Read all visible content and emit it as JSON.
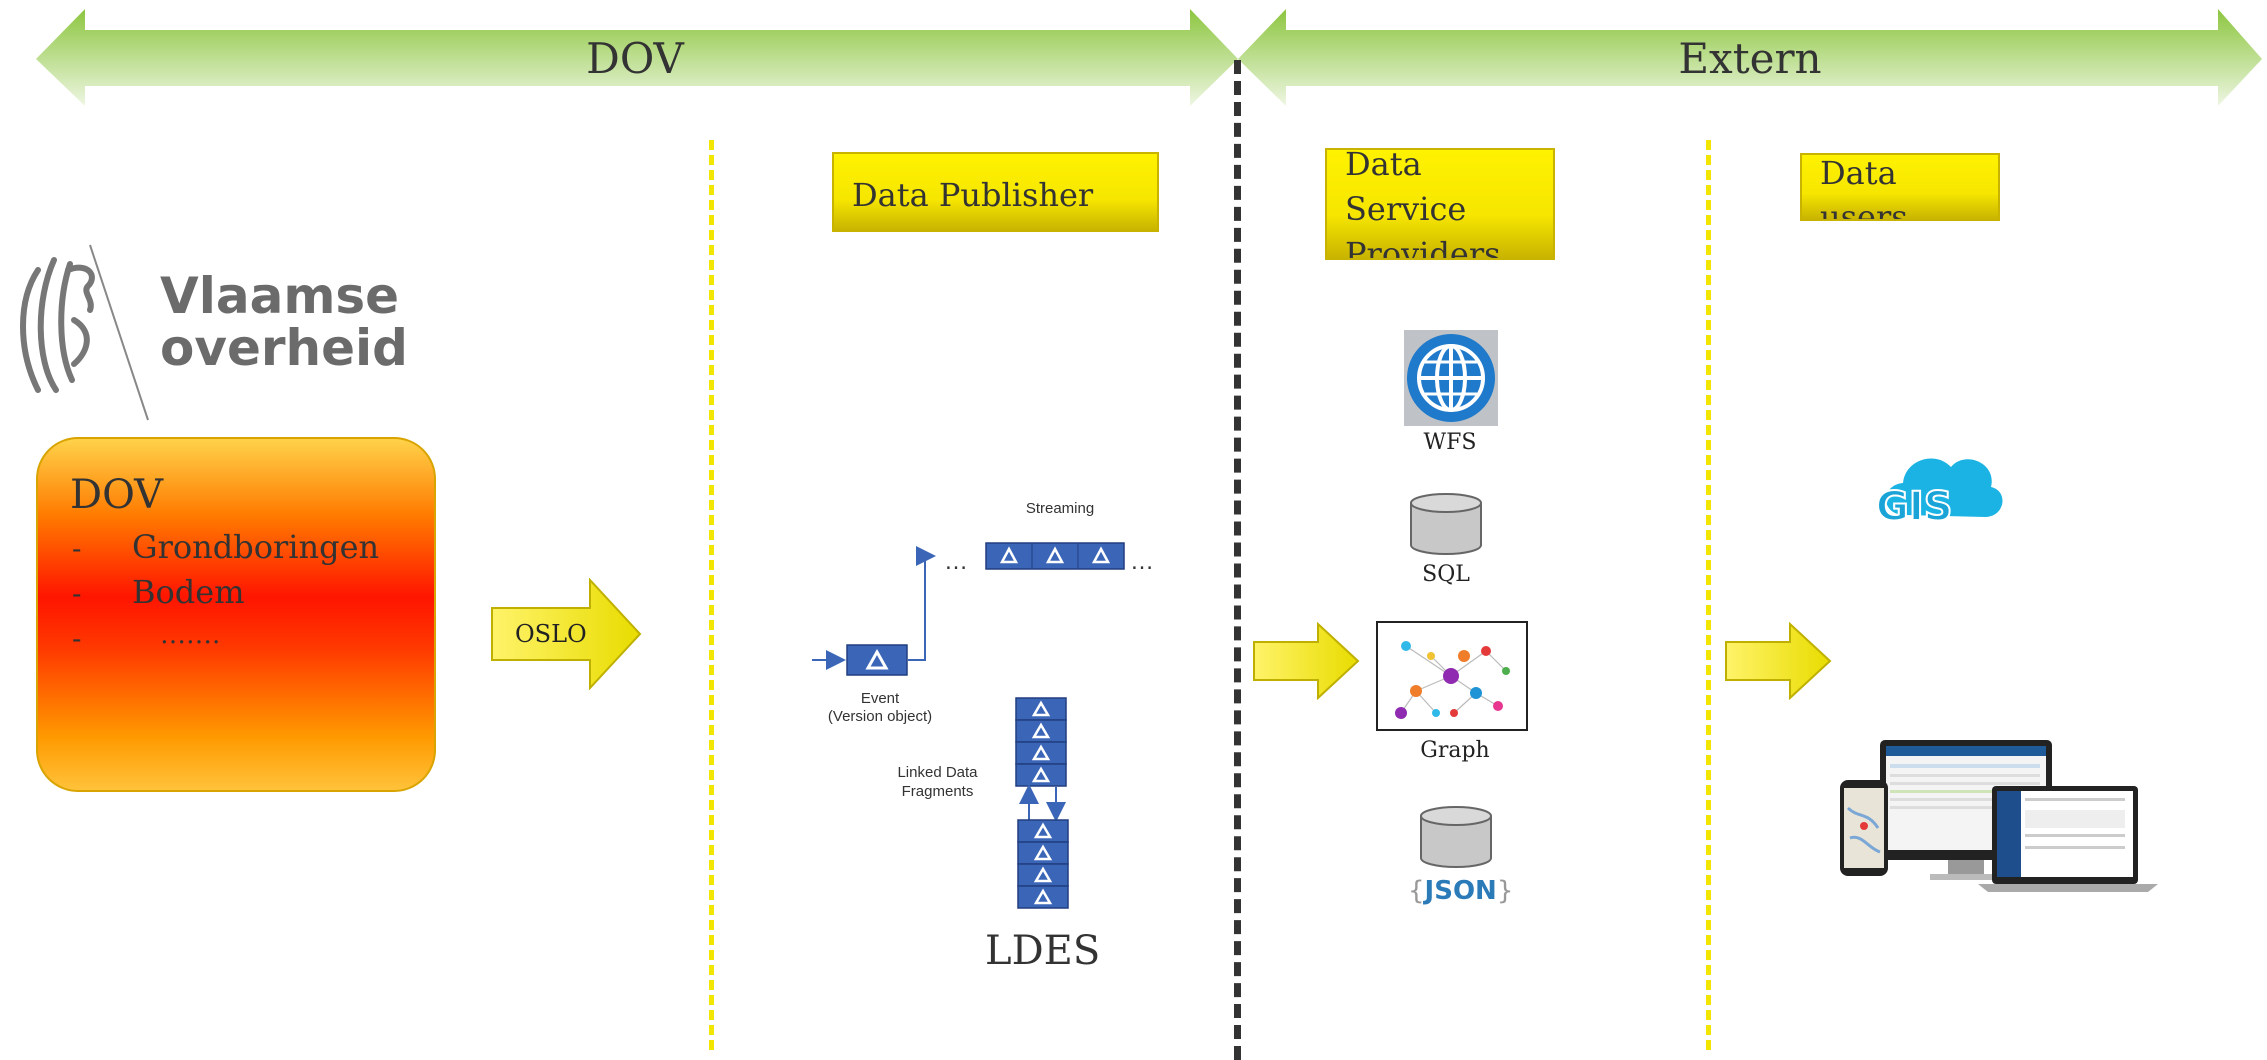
{
  "banners": {
    "left_label": "DOV",
    "right_label": "Extern"
  },
  "logo": {
    "line1": "Vlaamse",
    "line2": "overheid"
  },
  "source": {
    "title": "DOV",
    "items": [
      "Grondboringen",
      "Bodem",
      "……."
    ],
    "bullet": "-"
  },
  "oslo_label": "OSLO",
  "roles": {
    "publisher": "Data Publisher",
    "providers": [
      "Data",
      "Service",
      "Providers"
    ],
    "users": [
      "Data",
      "users"
    ]
  },
  "ldes": {
    "streaming": "Streaming",
    "event": [
      "Event",
      "(Version object)"
    ],
    "fragments": [
      "Linked Data",
      "Fragments"
    ],
    "ellipsis": "…",
    "title": "LDES"
  },
  "services": {
    "wfs": "WFS",
    "sql": "SQL",
    "graph": "Graph",
    "json": "JSON"
  },
  "gis_label": "GIS",
  "colors": {
    "banner_green": "#8cc63f",
    "yellow": "#fff200",
    "black_line": "#333333"
  }
}
